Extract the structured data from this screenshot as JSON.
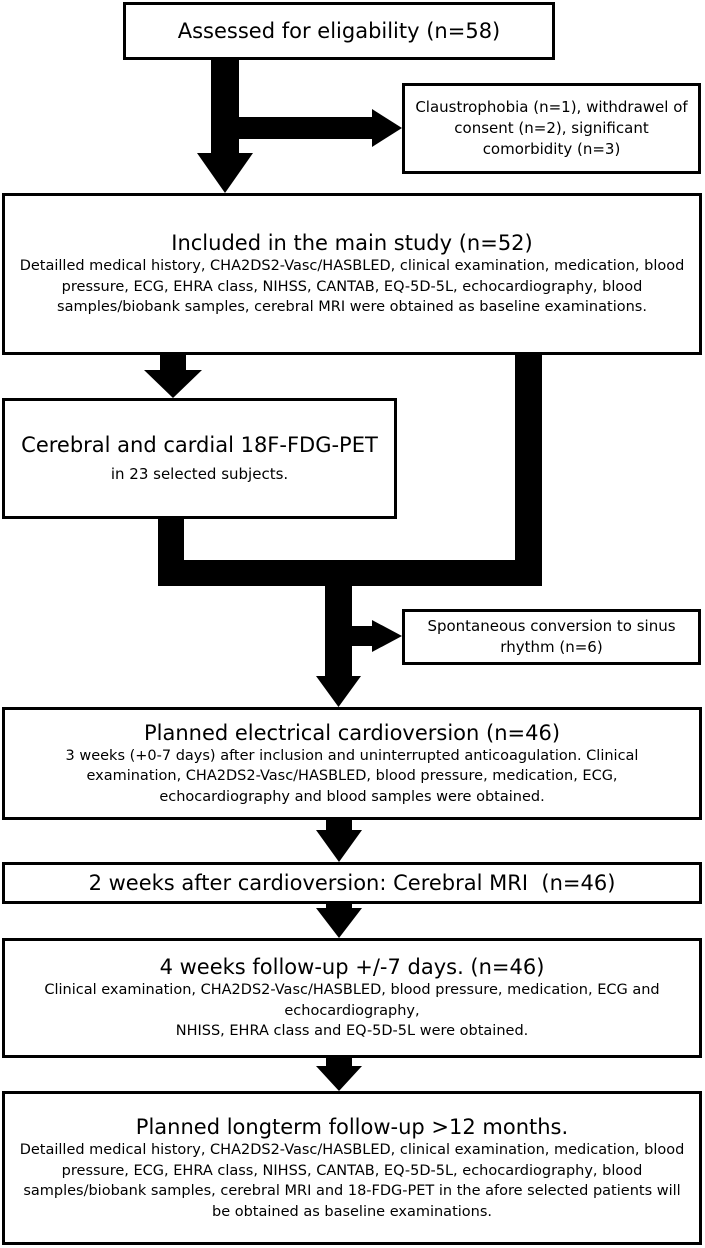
{
  "boxes": {
    "assessed": {
      "title": "Assessed for eligability (n=58)"
    },
    "excluded": {
      "text": "Claustrophobia (n=1), withdrawel of consent (n=2), significant comorbidity (n=3)"
    },
    "included": {
      "title": "Included in the main study (n=52)",
      "body": "Detailled medical history, CHA2DS2-Vasc/HASBLED, clinical examination, medication, blood pressure, ECG, EHRA class, NIHSS, CANTAB, EQ-5D-5L, echocardiography, blood samples/biobank samples, cerebral MRI were obtained as baseline examinations."
    },
    "pet": {
      "title": "Cerebral and cardial 18F-FDG-PET",
      "body": "in 23 selected subjects."
    },
    "conversion": {
      "text": "Spontaneous conversion to sinus rhythm (n=6)"
    },
    "cardioversion": {
      "title": "Planned electrical cardioversion (n=46)",
      "body": "3 weeks (+0-7 days) after inclusion and uninterrupted anticoagulation. Clinical examination, CHA2DS2-Vasc/HASBLED, blood pressure, medication, ECG, echocardiography and blood samples were obtained."
    },
    "mri": {
      "title": "2 weeks after cardioversion: Cerebral MRI  (n=46)"
    },
    "followup4": {
      "title": "4 weeks follow-up +/-7 days. (n=46)",
      "body1": "Clinical examination, CHA2DS2-Vasc/HASBLED, blood pressure, medication, ECG and echocardiography,",
      "body2": "NHISS, EHRA class and EQ-5D-5L were obtained."
    },
    "longterm": {
      "title": "Planned longterm follow-up >12 months.",
      "body": "Detailled medical history, CHA2DS2-Vasc/HASBLED, clinical examination, medication, blood pressure, ECG, EHRA class, NIHSS, CANTAB, EQ-5D-5L, echocardiography, blood samples/biobank samples, cerebral MRI and 18-FDG-PET in the afore selected patients will be obtained as baseline examinations."
    }
  }
}
